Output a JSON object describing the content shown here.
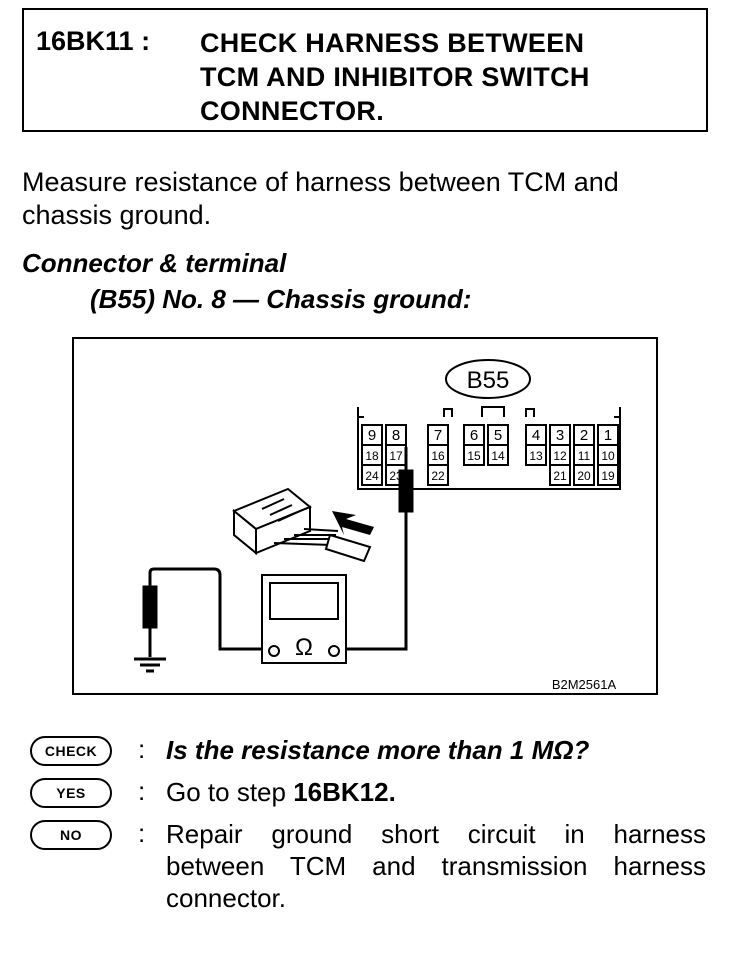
{
  "header": {
    "step_code": "16BK11 :",
    "title_lines": [
      "CHECK HARNESS BETWEEN",
      "TCM AND INHIBITOR SWITCH",
      "CONNECTOR."
    ]
  },
  "instruction": {
    "lines": [
      "Measure resistance of harness between TCM and",
      "chassis ground."
    ]
  },
  "connector": {
    "heading": "Connector & terminal",
    "detail": "(B55) No. 8 — Chassis ground:"
  },
  "figure": {
    "connector_label": "B55",
    "terminals_row1": [
      "9",
      "8",
      "7",
      "6",
      "5",
      "4",
      "3",
      "2",
      "1"
    ],
    "terminals_row2": [
      "18",
      "17",
      "16",
      "15",
      "14",
      "13",
      "12",
      "11",
      "10"
    ],
    "terminals_row3": [
      "24",
      "23",
      "22",
      "21",
      "20",
      "19"
    ],
    "ohm_symbol": "Ω",
    "figure_code": "B2M2561A"
  },
  "qa": {
    "check_badge": "CHECK",
    "check_question": "Is the resistance more than 1 MΩ?",
    "yes_badge": "YES",
    "yes_prefix": "Go to step ",
    "yes_step": "16BK12.",
    "no_badge": "NO",
    "no_lines": [
      "Repair ground short circuit in harness",
      "between TCM and transmission harness",
      "connector."
    ]
  }
}
